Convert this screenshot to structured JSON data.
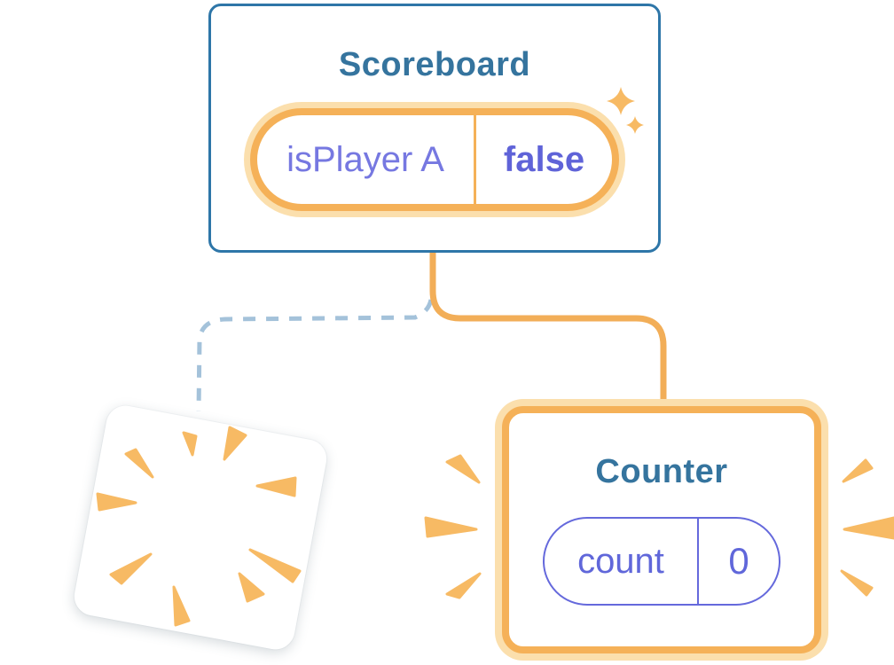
{
  "diagram": {
    "type": "react-component-state-diagram",
    "scoreboard": {
      "title": "Scoreboard",
      "state": {
        "label": "isPlayer A",
        "value": "false"
      }
    },
    "counter": {
      "title": "Counter",
      "state": {
        "label": "count",
        "value": "0"
      }
    },
    "removed_component": {
      "description": "tilted blank card with starburst, state being destroyed"
    },
    "icons": [
      "sparkle-icon",
      "starburst-icon",
      "burst-rays-icon"
    ]
  },
  "colors": {
    "card_border_blue": "#2E76A8",
    "title_teal": "#35749E",
    "state_label_purple": "#7678E1",
    "state_value_purple": "#5F63D8",
    "count_purple": "#6067DA",
    "pill_purple_border": "#6569DC",
    "orange_ring": "#F5B158",
    "orange_glow": "#FBDFAD",
    "orange_connector": "#F2AE58",
    "wedge_orange": "#F7BA64",
    "dashed_blue": "#A4C2DA",
    "bg": "#FFFFFF"
  }
}
